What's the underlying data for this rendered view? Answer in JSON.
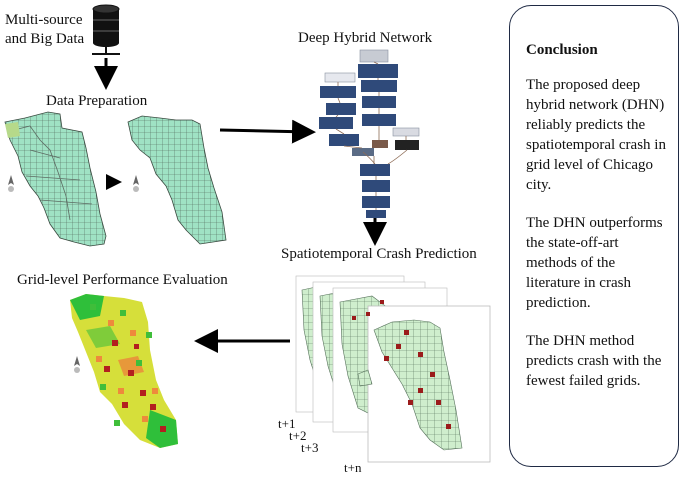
{
  "labels": {
    "source": [
      "Multi-source",
      "and Big Data"
    ],
    "data_prep": "Data Preparation",
    "dhn": "Deep Hybrid Network",
    "prediction": "Spatiotemporal Crash Prediction",
    "evaluation": "Grid-level Performance Evaluation"
  },
  "time_steps": [
    "t+1",
    "t+2",
    "t+3",
    "t+n"
  ],
  "conclusion": {
    "title": "Conclusion",
    "paragraphs": [
      "The proposed deep hybrid network (DHN) reliably predicts the spatiotemporal crash in grid level of Chicago city.",
      " The DHN outperforms the state-off-art methods of the literature in crash prediction.",
      "The DHN method predicts crash with the fewest failed grids."
    ]
  },
  "colors": {
    "arrow": "#000000",
    "map_green": "#9fe2c4",
    "grid_line": "#5b6f62",
    "node_blue": "#2f4a7a",
    "heat_red": "#d7301f",
    "heat_yellow": "#e5e43a",
    "heat_green": "#2fbf3a",
    "panel_border": "#1f2a44"
  }
}
